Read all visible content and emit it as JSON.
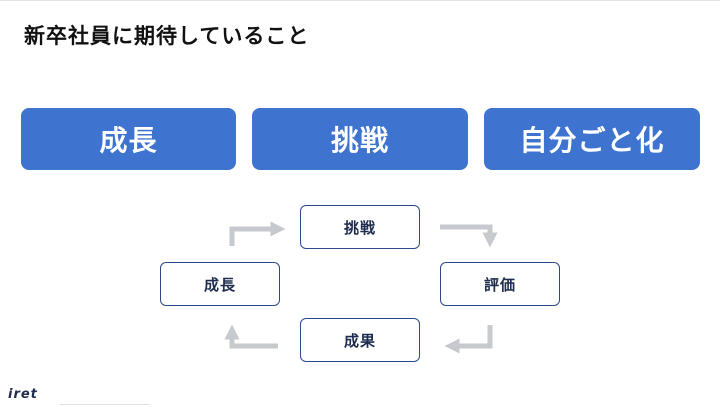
{
  "title": "新卒社員に期待していること",
  "pillars": [
    {
      "label": "成長"
    },
    {
      "label": "挑戦"
    },
    {
      "label": "自分ごと化"
    }
  ],
  "cycle": {
    "top": "挑戦",
    "right": "評価",
    "bottom": "成果",
    "left": "成長"
  },
  "colors": {
    "pill": "#3e74cf",
    "node_border": "#2c4a8c",
    "arrow": "#c6c9cd"
  },
  "icons": [
    "arrow-left-to-top-icon",
    "arrow-top-to-right-icon",
    "arrow-right-to-bottom-icon",
    "arrow-bottom-to-left-icon"
  ],
  "logo": "iret"
}
